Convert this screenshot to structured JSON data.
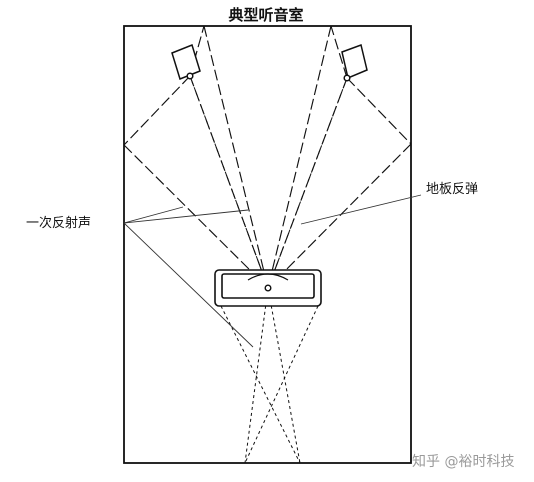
{
  "diagram": {
    "title": "典型听音室",
    "labels": {
      "first_reflection": "一次反射声",
      "floor_bounce": "地板反弹"
    },
    "watermark": "知乎 @裕时科技"
  }
}
